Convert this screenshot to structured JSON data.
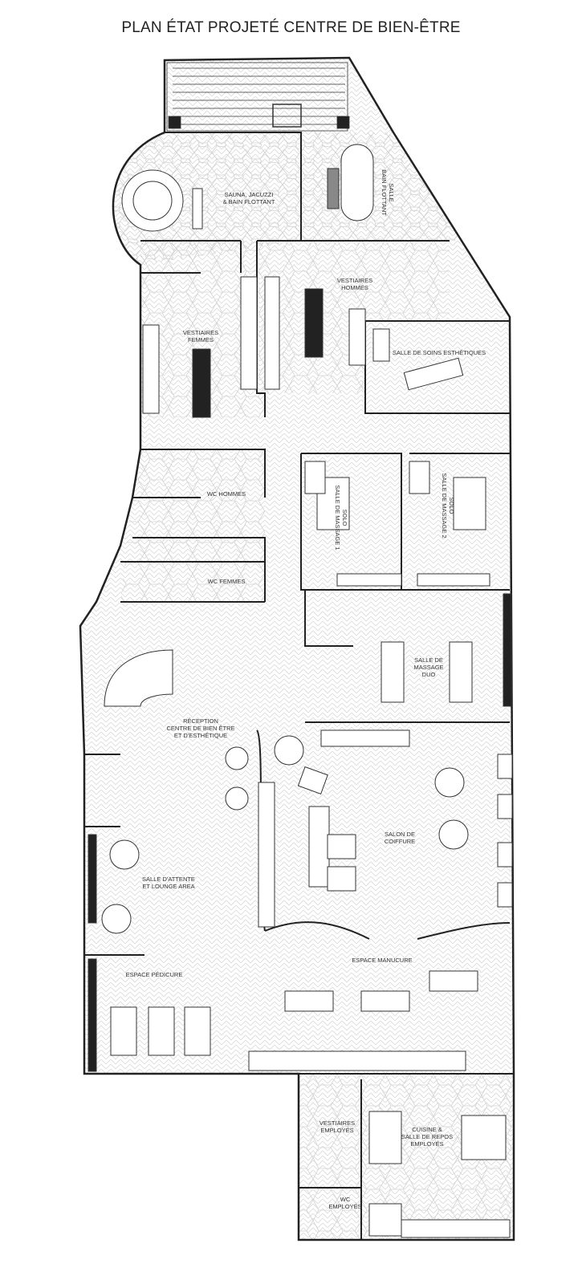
{
  "title": "PLAN ÉTAT PROJETÉ CENTRE DE BIEN-ÊTRE",
  "colors": {
    "wall": "#222222",
    "floor_hatch": "#d6d6d6",
    "furniture": "#333333"
  },
  "rooms": [
    {
      "id": "sauna",
      "lines": [
        "SAUNA, JACUZZI",
        "& BAIN FLOTTANT"
      ]
    },
    {
      "id": "bain",
      "lines": [
        "SALLE",
        "BAIN FLOTTANT"
      ],
      "rotated": true
    },
    {
      "id": "vest-hommes",
      "lines": [
        "VESTIAIRES",
        "HOMMES"
      ]
    },
    {
      "id": "vest-femmes",
      "lines": [
        "VESTIAIRES",
        "FEMMES"
      ]
    },
    {
      "id": "soins",
      "lines": [
        "SALLE DE SOINS ESTHÉTIQUES"
      ]
    },
    {
      "id": "massage1",
      "lines": [
        "SALLE DE MASSAGE 1",
        "SOLO"
      ],
      "rotated": true
    },
    {
      "id": "massage2",
      "lines": [
        "SALLE DE MASSAGE 2",
        "SOLO"
      ],
      "rotated": true
    },
    {
      "id": "wc-hommes",
      "lines": [
        "WC HOMMES"
      ]
    },
    {
      "id": "wc-femmes",
      "lines": [
        "WC FEMMES"
      ]
    },
    {
      "id": "duo",
      "lines": [
        "SALLE DE",
        "MASSAGE",
        "DUO"
      ]
    },
    {
      "id": "reception",
      "lines": [
        "RÉCEPTION",
        "CENTRE DE BIEN ÊTRE",
        "ET D'ESTHÉTIQUE"
      ]
    },
    {
      "id": "coiffure",
      "lines": [
        "SALON DE",
        "COIFFURE"
      ]
    },
    {
      "id": "attente",
      "lines": [
        "SALLE D'ATTENTE",
        "ET LOUNGE AREA"
      ]
    },
    {
      "id": "manucure",
      "lines": [
        "ESPACE MANUCURE"
      ]
    },
    {
      "id": "pedicure",
      "lines": [
        "ESPACE PÉDICURE"
      ]
    },
    {
      "id": "vest-employes",
      "lines": [
        "VESTIAIRES",
        "EMPLOYÉS"
      ]
    },
    {
      "id": "cuisine",
      "lines": [
        "CUISINE &",
        "SALLE DE REPOS",
        "EMPLOYÉS"
      ]
    },
    {
      "id": "wc-employes",
      "lines": [
        "WC",
        "EMPLOYÉS"
      ]
    }
  ]
}
